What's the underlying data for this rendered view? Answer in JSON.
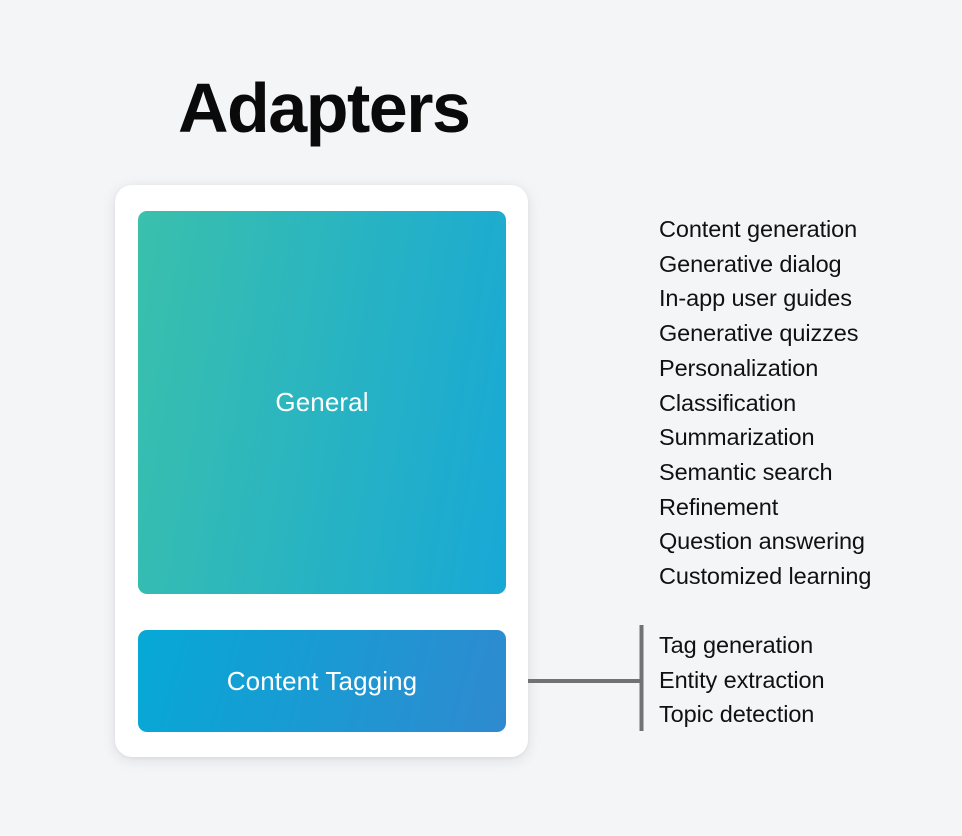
{
  "title": "Adapters",
  "card": {
    "blocks": [
      {
        "name": "general",
        "label": "General",
        "gradient_from": "#3ac0ac",
        "gradient_to": "#18a8d6"
      },
      {
        "name": "content-tagging",
        "label": "Content Tagging",
        "gradient_from": "#06a9d6",
        "gradient_to": "#2f8ad0"
      }
    ]
  },
  "lists": {
    "general": [
      "Content generation",
      "Generative dialog",
      "In-app user guides",
      "Generative quizzes",
      "Personalization",
      "Classification",
      "Summarization",
      "Semantic search",
      "Refinement",
      "Question answering",
      "Customized learning"
    ],
    "content_tagging": [
      "Tag generation",
      "Entity extraction",
      "Topic detection"
    ]
  },
  "colors": {
    "background": "#f4f5f7",
    "card": "#ffffff",
    "text": "#111111",
    "connector": "#6f7376"
  }
}
